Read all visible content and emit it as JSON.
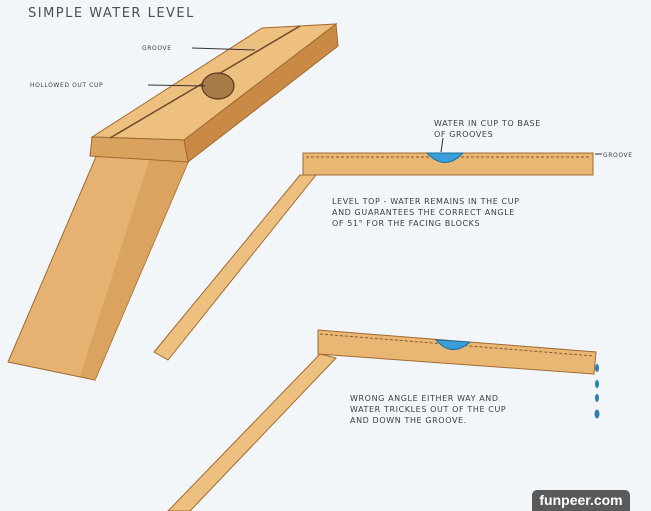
{
  "title": "SIMPLE WATER LEVEL",
  "labels": {
    "groove": "GROOVE",
    "hollowed_cup": "HOLLOWED OUT CUP",
    "water_in_cup": "WATER IN CUP TO BASE\nOF GROOVES",
    "groove_side": "GROOVE",
    "level_top": "LEVEL TOP - WATER REMAINS IN THE CUP\nAND GUARANTEES THE CORRECT ANGLE\nOF 51° FOR THE FACING BLOCKS",
    "wrong_angle": "WRONG ANGLE EITHER WAY AND\nWATER TRICKLES OUT OF THE CUP\nAND DOWN THE GROOVE."
  },
  "watermark": "funpeer.com",
  "colors": {
    "wood": "#e8b774",
    "wood_dark": "#c98f4a",
    "water": "#3a9fd8"
  }
}
